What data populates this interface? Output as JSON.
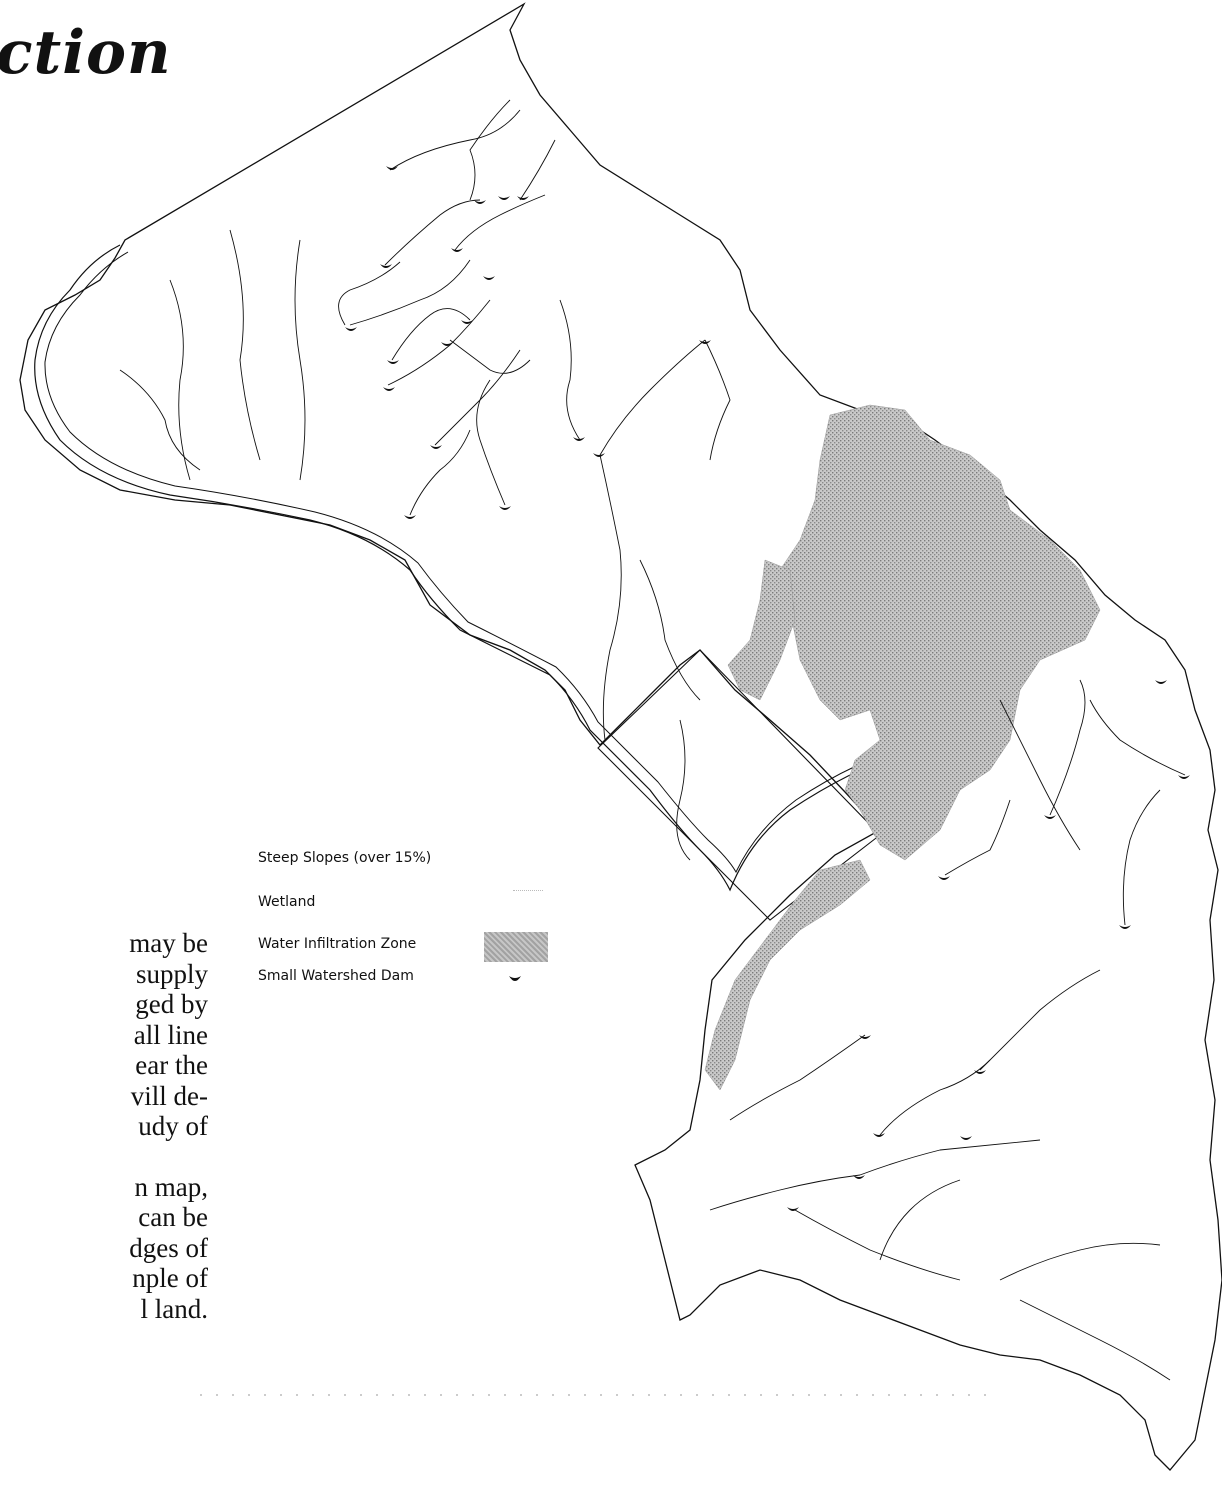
{
  "title": "ction",
  "body_paragraphs": [
    [
      "may be",
      "supply",
      "ged by",
      "all line",
      "ear the",
      "vill de-",
      "udy of"
    ],
    [
      "n map,",
      "can be",
      "dges of",
      "nple of",
      "l land."
    ]
  ],
  "legend": {
    "items": [
      {
        "label": "Steep Slopes (over 15%)",
        "symbol": "dotted-fine"
      },
      {
        "label": "Wetland",
        "symbol": "sparse-dots"
      },
      {
        "label": "Water Infiltration Zone",
        "symbol": "stippled-gray-patch"
      },
      {
        "label": "Small Watershed Dam",
        "symbol": "dam-mark"
      }
    ]
  },
  "colors": {
    "ink": "#111111",
    "infiltration_fill": "#a8a8a8",
    "background": "#ffffff"
  }
}
